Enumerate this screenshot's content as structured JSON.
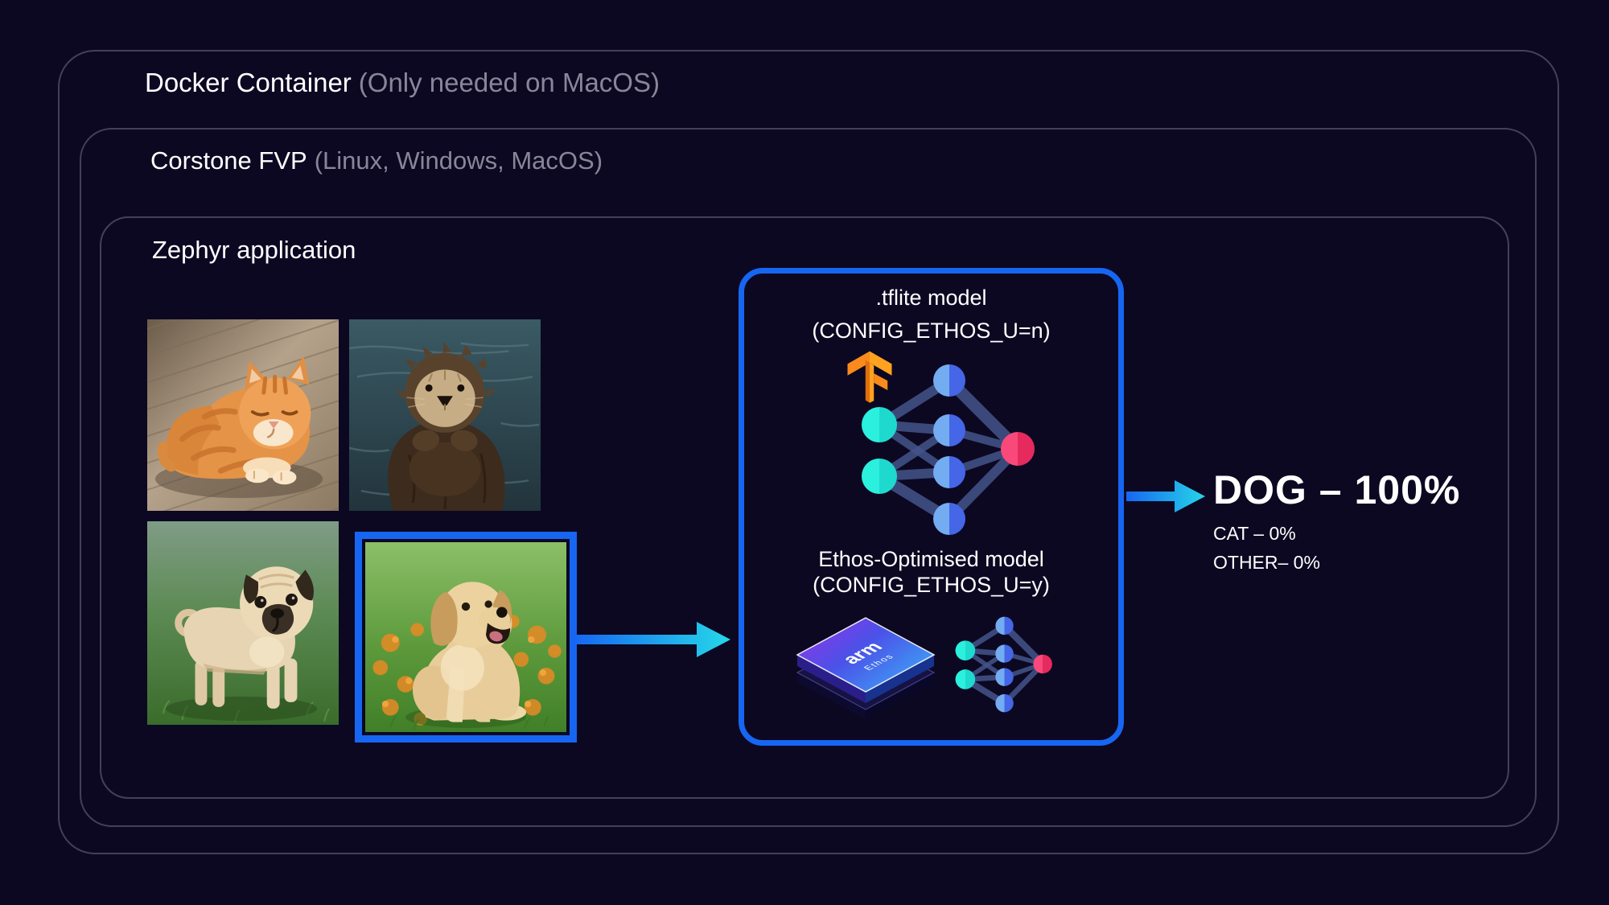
{
  "containers": {
    "docker": {
      "title": "Docker Container",
      "note": "(Only needed on MacOS)"
    },
    "corstone": {
      "title": "Corstone FVP",
      "note": "(Linux, Windows, MacOS)"
    },
    "zephyr": {
      "title": "Zephyr application"
    }
  },
  "input_gallery": {
    "items": [
      {
        "name": "tabby-cat-photo",
        "selected": false
      },
      {
        "name": "sea-otter-photo",
        "selected": false
      },
      {
        "name": "pug-photo",
        "selected": false
      },
      {
        "name": "golden-retriever-puppy-photo",
        "selected": true
      }
    ]
  },
  "model_box": {
    "tflite": {
      "title": ".tflite model",
      "config": "(CONFIG_ETHOS_U=n)"
    },
    "ethos": {
      "title": "Ethos-Optimised model",
      "config": "(CONFIG_ETHOS_U=y)"
    },
    "chip": {
      "brand": "arm",
      "product": "Ethos"
    }
  },
  "output": {
    "primary": "DOG – 100%",
    "secondary": [
      "CAT – 0%",
      "OTHER– 0%"
    ]
  },
  "colors": {
    "background": "#0C0822",
    "container_border": "#453F5B",
    "accent_blue": "#1766F2",
    "accent_cyan": "#26D9E8",
    "tf_orange": "#F78C1F",
    "node_cyan": "#25E8D6",
    "node_blue": "#5B8CEA",
    "node_pink": "#F23B6C",
    "muted_text": "#8A8699"
  }
}
